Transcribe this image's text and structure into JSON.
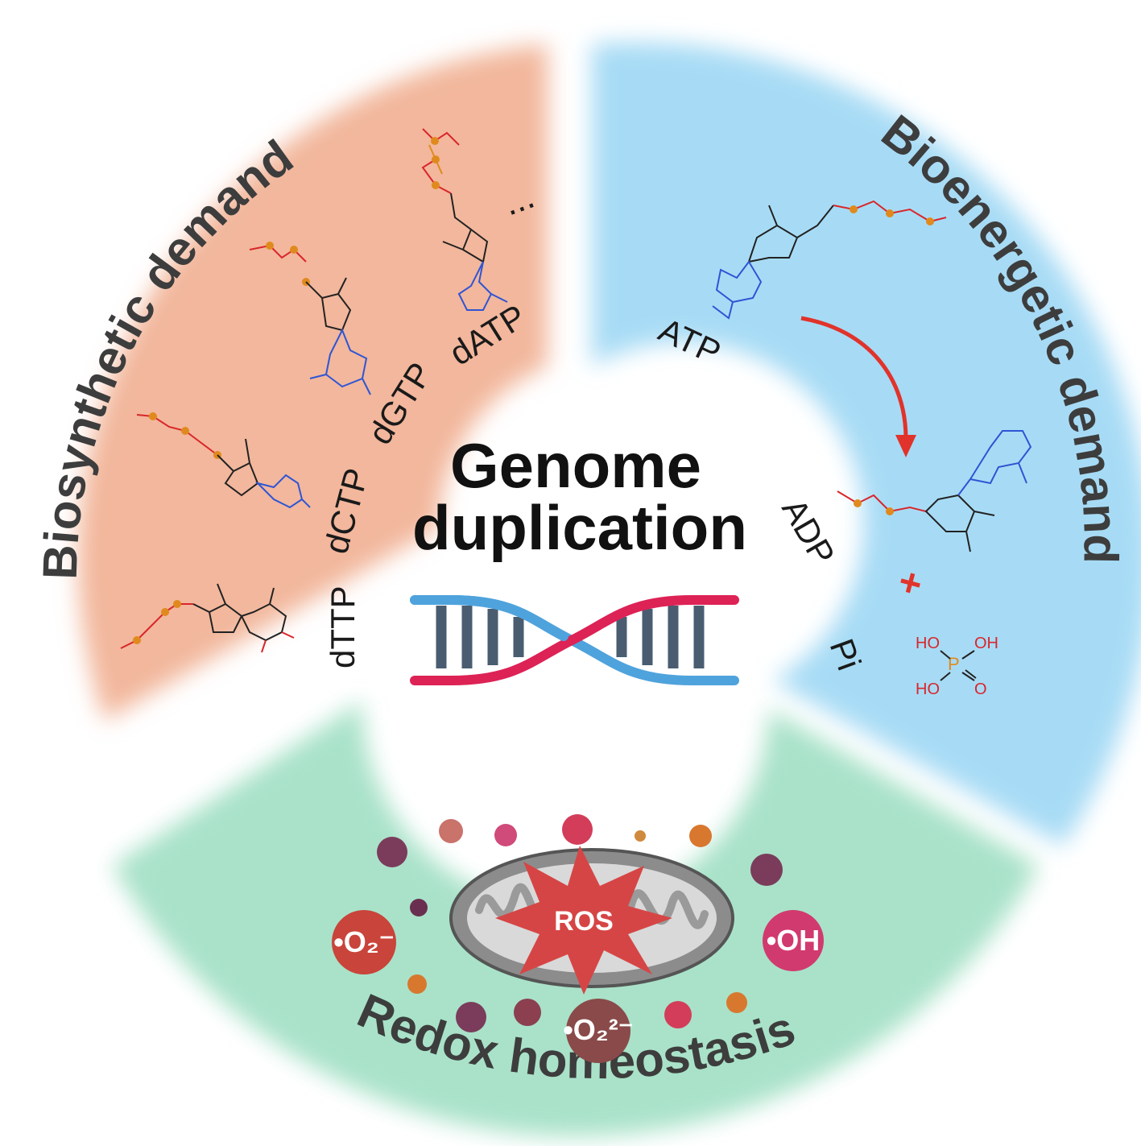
{
  "colors": {
    "biosynthetic_fill": "#f2b79c",
    "bioenergetic_fill": "#a7dbf5",
    "redox_fill": "#a9e2c9",
    "dna_red": "#dd2256",
    "dna_blue": "#4fa3dc",
    "dna_rungs": "#4a5d70",
    "arrow_red": "#e1332b",
    "ros_star": "#d64545"
  },
  "center": {
    "title_line1": "Genome",
    "title_line2": "duplication"
  },
  "sectors": {
    "biosynthetic": {
      "title": "Biosynthetic demand",
      "labels": [
        "dTTP",
        "dCTP",
        "dGTP",
        "dATP"
      ],
      "ellipsis": "..."
    },
    "bioenergetic": {
      "title": "Bioenergetic demand",
      "labels": {
        "atp": "ATP",
        "adp": "ADP",
        "pi": "Pi",
        "plus": "+"
      },
      "pi_atoms": {
        "ho1": "HO",
        "oh": "OH",
        "p": "P",
        "ho2": "HO",
        "o": "O"
      }
    },
    "redox": {
      "title": "Redox homeostasis",
      "ros": "ROS",
      "ion_superoxide": "•O₂⁻",
      "ion_hydroxyl": "•OH",
      "ion_peroxide": "•O₂²⁻"
    }
  },
  "icons": [
    "dna-helix-icon",
    "mitochondrion-icon",
    "ros-star-icon",
    "reaction-arrow-icon"
  ]
}
